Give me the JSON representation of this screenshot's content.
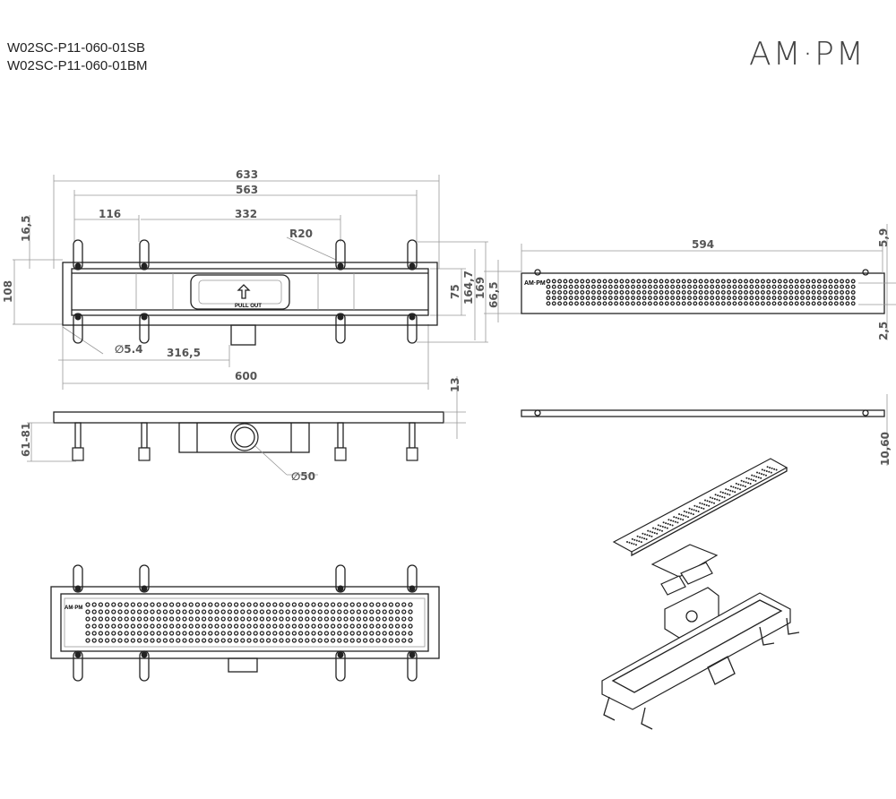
{
  "header": {
    "codes": [
      "W02SC-P11-060-01SB",
      "W02SC-P11-060-01BM"
    ],
    "logo": "AM·PM"
  },
  "top_view": {
    "dims": {
      "overall": "633",
      "inner": "563",
      "leg_spacing": "116",
      "center_spacing": "332",
      "radius": "R20",
      "tab_height": "16,5",
      "frame_height": "108",
      "inner_height": "75",
      "height_1": "164,7",
      "height_2": "169",
      "hole": "∅5.4",
      "outlet_offset": "316,5",
      "length": "600",
      "grate_height": "66,5"
    },
    "label_text": "PULL OUT"
  },
  "side_view": {
    "dims": {
      "thickness": "13",
      "leg_height": "61-81",
      "outlet": "∅50"
    }
  },
  "grate_view": {
    "dims": {
      "length": "594",
      "top_margin": "5,9",
      "bottom_margin": "2,5",
      "thickness": "10,60"
    }
  }
}
